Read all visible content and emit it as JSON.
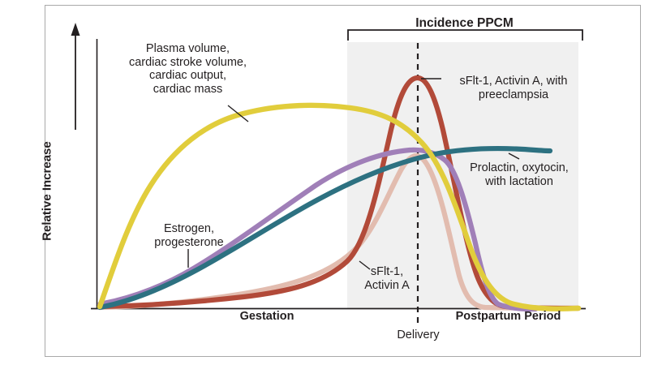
{
  "figure": {
    "bracket_title": "Incidence PPCM",
    "y_axis_title": "Relative Increase",
    "x_left_label": "Gestation",
    "x_right_label": "Postpartum  Period",
    "delivery_label": "Delivery",
    "annotations": {
      "plasma": "Plasma volume,\ncardiac stroke volume,\ncardiac output,\ncardiac mass",
      "sflt_preeclampsia": "sFlt-1, Activin A, with\npreeclampsia",
      "prolactin": "Prolactin, oxytocin,\nwith lactation",
      "estrogen": "Estrogen,\nprogesterone",
      "sflt": "sFlt-1,\nActivin A"
    },
    "colors": {
      "plasma": "#e1cd3c",
      "estrogen": "#a07fb8",
      "prolactin": "#2d7181",
      "sflt_preeclampsia": "#b24a39",
      "sflt": "#e2bcaf",
      "shaded_region": "#f0f0f0",
      "axis": "#231f20",
      "frame_border": "#a9a9a9",
      "text": "#231f20"
    }
  },
  "chart_data": {
    "type": "line",
    "title": "Incidence PPCM",
    "xlabel": "Gestation / Postpartum Period",
    "ylabel": "Relative Increase",
    "grid": false,
    "legend": "inline-annotations",
    "xlim": [
      0,
      100
    ],
    "ylim": [
      0,
      100
    ],
    "x_markers": [
      {
        "label": "Delivery",
        "x": 66.2,
        "style": "dashed-vertical"
      }
    ],
    "shaded_regions": [
      {
        "label": "Incidence PPCM",
        "x_start": 51.5,
        "x_end": 99.0,
        "color": "#f0f0f0"
      }
    ],
    "x": [
      0,
      5,
      10,
      15,
      20,
      25,
      30,
      35,
      40,
      45,
      50,
      55,
      58,
      61,
      63,
      66,
      68,
      71,
      74,
      78,
      82,
      86,
      90,
      95,
      100
    ],
    "series": [
      {
        "name": "Plasma volume, cardiac stroke volume, cardiac output, cardiac mass",
        "color": "#e1cd3c",
        "values": [
          2,
          24,
          44,
          60,
          71,
          78,
          83,
          86,
          88,
          89,
          89,
          88,
          87,
          85,
          83,
          79,
          74,
          65,
          52,
          33,
          17,
          8,
          4,
          3,
          3
        ]
      },
      {
        "name": "Estrogen, progesterone",
        "color": "#a07fb8",
        "values": [
          4,
          7,
          11,
          16,
          22,
          29,
          36,
          43,
          50,
          56,
          62,
          68,
          70,
          72,
          73,
          73,
          71,
          65,
          53,
          33,
          16,
          6,
          2,
          1,
          1
        ]
      },
      {
        "name": "Prolactin, oxytocin, with lactation",
        "color": "#2d7181",
        "values": [
          1,
          3,
          7,
          12,
          19,
          26,
          34,
          41,
          48,
          55,
          60,
          65,
          67,
          69,
          70,
          71,
          72,
          73,
          73,
          74,
          74,
          74,
          74,
          74,
          74
        ]
      },
      {
        "name": "sFlt-1, Activin A, with preeclampsia",
        "color": "#b24a39",
        "values": [
          1,
          1,
          2,
          2,
          3,
          4,
          5,
          7,
          9,
          12,
          18,
          40,
          62,
          82,
          92,
          97,
          93,
          78,
          53,
          24,
          9,
          4,
          2,
          2,
          2
        ]
      },
      {
        "name": "sFlt-1, Activin A",
        "color": "#e2bcaf",
        "values": [
          1,
          1,
          1,
          2,
          2,
          3,
          4,
          5,
          7,
          9,
          12,
          24,
          37,
          50,
          56,
          58,
          56,
          48,
          36,
          20,
          9,
          4,
          2,
          2,
          2
        ]
      }
    ]
  }
}
